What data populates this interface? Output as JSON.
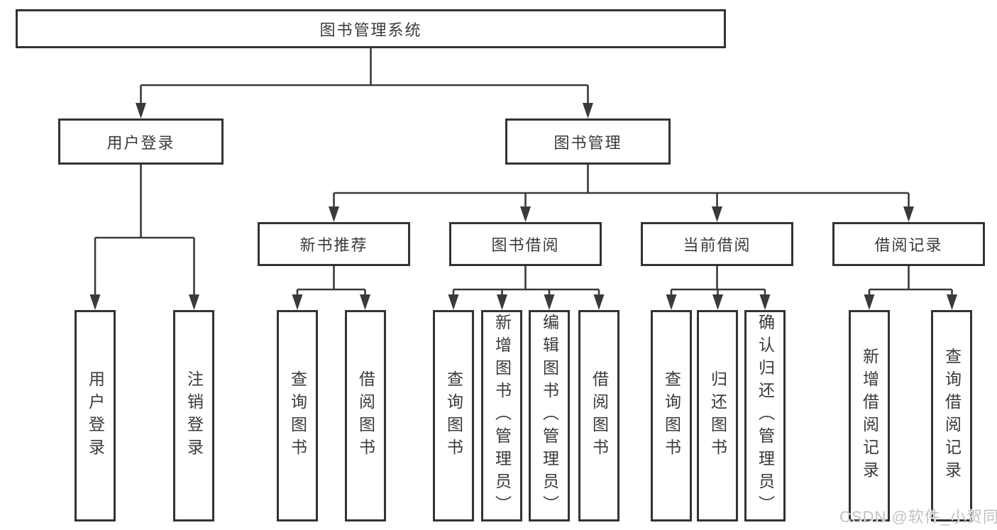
{
  "diagram": {
    "root": {
      "label": "图书管理系统"
    },
    "children": [
      {
        "label": "用户登录",
        "children": [
          {
            "label": "用户登录"
          },
          {
            "label": "注销登录"
          }
        ]
      },
      {
        "label": "图书管理",
        "children": [
          {
            "label": "新书推荐",
            "children": [
              {
                "label": "查询图书"
              },
              {
                "label": "借阅图书"
              }
            ]
          },
          {
            "label": "图书借阅",
            "children": [
              {
                "label": "查询图书"
              },
              {
                "label": "新增图书（管理员）"
              },
              {
                "label": "编辑图书（管理员）"
              },
              {
                "label": "借阅图书"
              }
            ]
          },
          {
            "label": "当前借阅",
            "children": [
              {
                "label": "查询图书"
              },
              {
                "label": "归还图书"
              },
              {
                "label": "确认归还（管理员）"
              }
            ]
          },
          {
            "label": "借阅记录",
            "children": [
              {
                "label": "新增借阅记录"
              },
              {
                "label": "查询借阅记录"
              }
            ]
          }
        ]
      }
    ]
  },
  "watermark": {
    "text": "CSDN @软件_小贺同学"
  },
  "colors": {
    "line": "#3a3a3a",
    "box_border": "#333333",
    "text": "#3a3a3a",
    "watermark": "#c2c2c2",
    "background": "#ffffff"
  }
}
